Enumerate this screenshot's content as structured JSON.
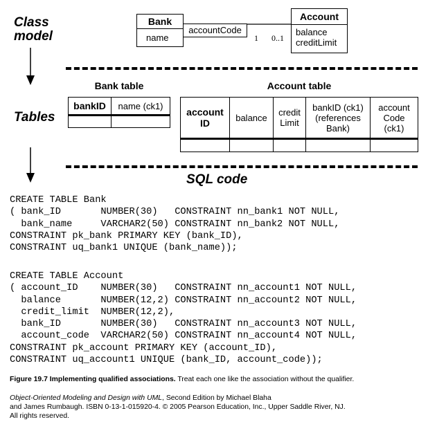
{
  "sections": {
    "class_model_line1": "Class",
    "class_model_line2": "model",
    "tables": "Tables",
    "sql_code": "SQL code"
  },
  "uml": {
    "bank": {
      "name": "Bank",
      "attr": "name"
    },
    "account": {
      "name": "Account",
      "attr1": "balance",
      "attr2": "creditLimit"
    },
    "qualifier": "accountCode",
    "mult_left": "1",
    "mult_right": "0..1"
  },
  "bank_table": {
    "title": "Bank table",
    "headers": [
      "bankID",
      "name (ck1)"
    ]
  },
  "account_table": {
    "title": "Account table",
    "headers": [
      "account ID",
      "balance",
      "credit Limit",
      "bankID (ck1) (references Bank)",
      "account Code (ck1)"
    ]
  },
  "sql": {
    "bank": "CREATE TABLE Bank\n( bank_ID       NUMBER(30)   CONSTRAINT nn_bank1 NOT NULL,\n  bank_name     VARCHAR2(50) CONSTRAINT nn_bank2 NOT NULL,\nCONSTRAINT pk_bank PRIMARY KEY (bank_ID),\nCONSTRAINT uq_bank1 UNIQUE (bank_name));",
    "account": "CREATE TABLE Account\n( account_ID    NUMBER(30)   CONSTRAINT nn_account1 NOT NULL,\n  balance       NUMBER(12,2) CONSTRAINT nn_account2 NOT NULL,\n  credit_limit  NUMBER(12,2),\n  bank_ID       NUMBER(30)   CONSTRAINT nn_account3 NOT NULL,\n  account_code  VARCHAR2(50) CONSTRAINT nn_account4 NOT NULL,\nCONSTRAINT pk_account PRIMARY KEY (account_ID),\nCONSTRAINT uq_account1 UNIQUE (bank_ID, account_code));"
  },
  "caption": {
    "bold": "Figure 19.7  Implementing qualified associations.",
    "rest": " Treat each one like the association without the qualifier."
  },
  "credit": {
    "italic": "Object-Oriented Modeling and Design with UML",
    "line1_rest": ", Second Edition by Michael Blaha",
    "line2": "and James Rumbaugh. ISBN 0-13-1-015920-4. © 2005 Pearson Education, Inc., Upper Saddle River, NJ.",
    "line3": "All rights reserved."
  }
}
